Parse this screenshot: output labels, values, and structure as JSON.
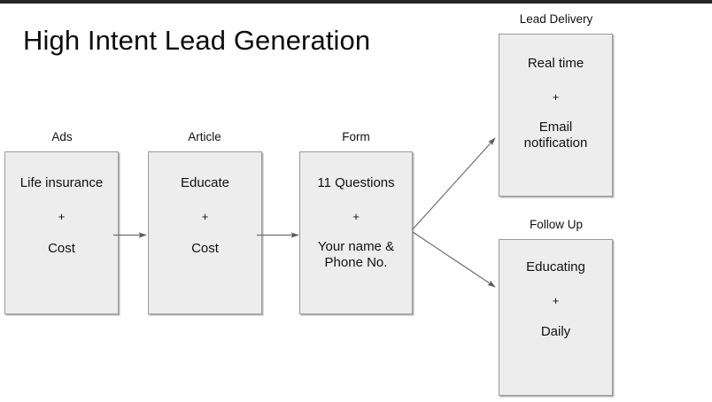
{
  "page": {
    "title": "High Intent Lead Generation",
    "background_color": "#ffffff",
    "node_fill_color": "#ededed",
    "node_border_color": "#9a9a9a",
    "text_color": "#111111",
    "top_bar_color": "#262626"
  },
  "diagram": {
    "type": "flowchart",
    "nodes": [
      {
        "id": "ads",
        "label": "Ads",
        "lines": [
          "Life insurance",
          "+",
          "Cost"
        ]
      },
      {
        "id": "article",
        "label": "Article",
        "lines": [
          "Educate",
          "+",
          "Cost"
        ]
      },
      {
        "id": "form",
        "label": "Form",
        "lines": [
          "11 Questions",
          "+",
          "Your name &\nPhone No."
        ],
        "line_1": "11 Questions",
        "line_2": "+",
        "line_3a": "Your name &",
        "line_3b": "Phone No."
      },
      {
        "id": "lead-delivery",
        "label": "Lead Delivery",
        "lines": [
          "Real time",
          "+",
          "Email notification"
        ],
        "line_1": "Real time",
        "line_2": "+",
        "line_3a": "Email",
        "line_3b": "notification"
      },
      {
        "id": "follow-up",
        "label": "Follow Up",
        "lines": [
          "Educating",
          "+",
          "Daily"
        ]
      }
    ],
    "edges": [
      {
        "from": "ads",
        "to": "article"
      },
      {
        "from": "article",
        "to": "form"
      },
      {
        "from": "form",
        "to": "lead-delivery"
      },
      {
        "from": "form",
        "to": "follow-up"
      }
    ]
  }
}
